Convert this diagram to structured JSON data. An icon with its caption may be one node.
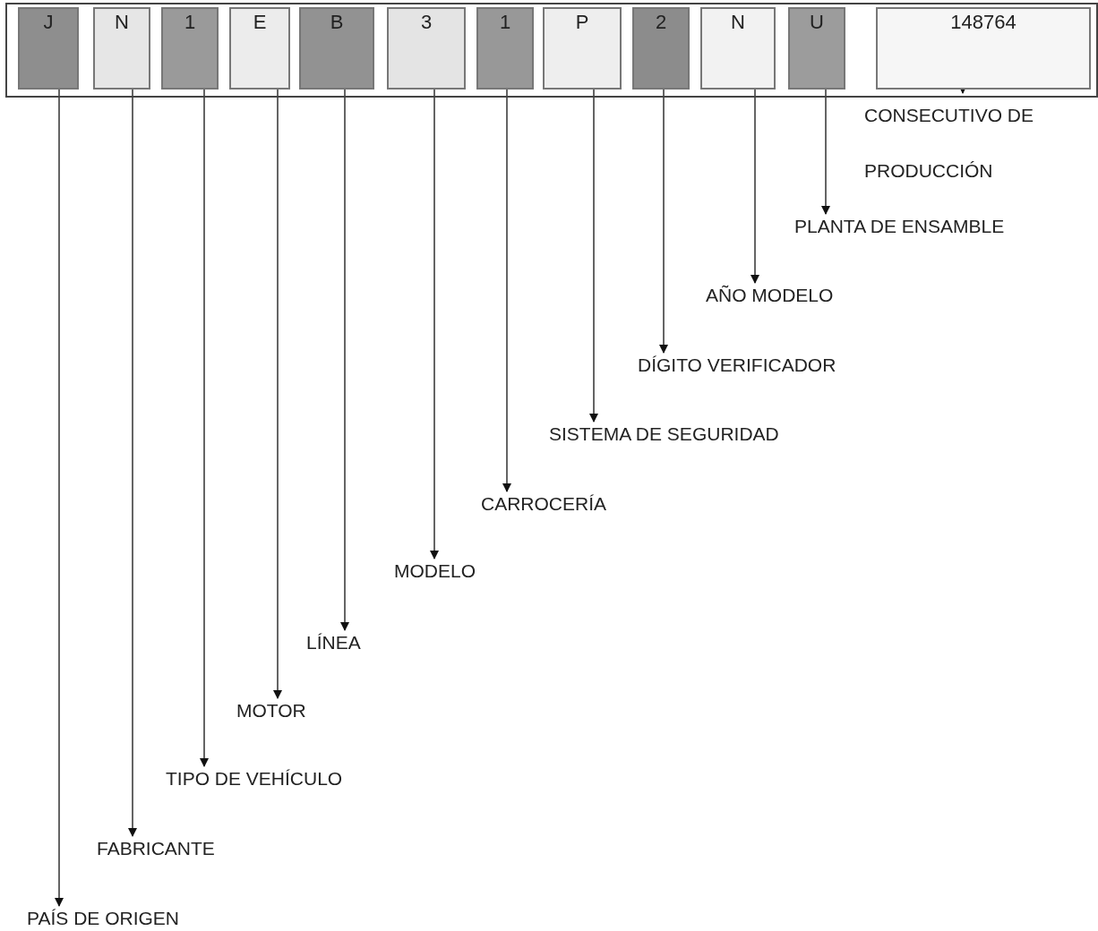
{
  "diagram": {
    "nodes": [
      {
        "text": [],
        "shape": "box"
      },
      {
        "text": [
          "J"
        ],
        "in": 0
      },
      {
        "text": [
          "N"
        ],
        "in": 0
      },
      {
        "text": [
          "1"
        ],
        "in": 0
      },
      {
        "text": [
          "E"
        ],
        "in": 0
      },
      {
        "text": [
          "B"
        ],
        "in": 0
      },
      {
        "text": [
          "3"
        ],
        "in": 0
      },
      {
        "text": [
          "1"
        ],
        "in": 0
      },
      {
        "text": [
          "P"
        ],
        "in": 0
      },
      {
        "text": [
          "2"
        ],
        "in": 0
      },
      {
        "text": [
          "N"
        ],
        "in": 0
      },
      {
        "text": [
          "U"
        ],
        "in": 0
      },
      {
        "text": [
          "148764"
        ],
        "in": 0
      },
      {
        "text": [
          "PAÍS DE ORIGEN"
        ]
      },
      {
        "text": [
          "FABRICANTE"
        ]
      },
      {
        "text": [
          "TIPO DE VEHÍCULO"
        ]
      },
      {
        "text": [
          "MOTOR"
        ]
      },
      {
        "text": [
          "LÍNEA"
        ]
      },
      {
        "text": [
          "MODELO"
        ]
      },
      {
        "text": [
          "CARROCERÍA"
        ]
      },
      {
        "text": [
          "SISTEMA DE SEGURIDAD"
        ]
      },
      {
        "text": [
          "DÍGITO VERIFICADOR"
        ]
      },
      {
        "text": [
          "AÑO MODELO"
        ]
      },
      {
        "text": [
          "PLANTA DE ENSAMBLE"
        ]
      },
      {
        "text": [
          "CONSECUTIVO DE PRODUCCIÓN"
        ]
      }
    ],
    "edges": [
      {
        "from": 1,
        "to": 13,
        "arrow": "to"
      },
      {
        "from": 2,
        "to": 14,
        "arrow": "to"
      },
      {
        "from": 3,
        "to": 15,
        "arrow": "to"
      },
      {
        "from": 4,
        "to": 16,
        "arrow": "to"
      },
      {
        "from": 5,
        "to": 17,
        "arrow": "to"
      },
      {
        "from": 6,
        "to": 18,
        "arrow": "to"
      },
      {
        "from": 7,
        "to": 19,
        "arrow": "to"
      },
      {
        "from": 8,
        "to": 20,
        "arrow": "to"
      },
      {
        "from": 9,
        "to": 21,
        "arrow": "to"
      },
      {
        "from": 10,
        "to": 22,
        "arrow": "to"
      },
      {
        "from": 11,
        "to": 23,
        "arrow": "to"
      },
      {
        "from": 12,
        "to": 24,
        "arrow": "to"
      }
    ]
  }
}
